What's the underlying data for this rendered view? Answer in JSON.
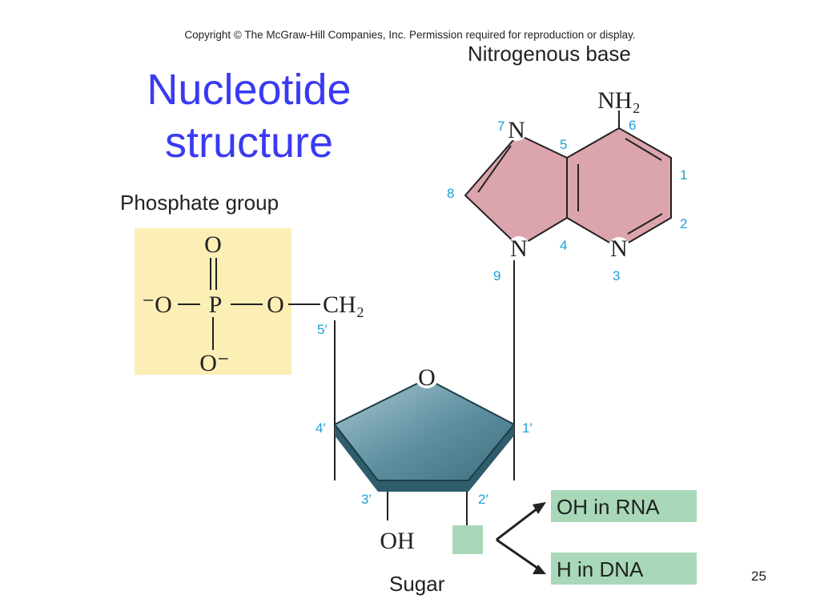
{
  "copyright": "Copyright © The McGraw-Hill Companies, Inc. Permission required for reproduction or display.",
  "title": {
    "line1": "Nucleotide",
    "line2": "structure"
  },
  "labels": {
    "nitrogenous_base": "Nitrogenous base",
    "phosphate_group": "Phosphate group",
    "sugar": "Sugar"
  },
  "phosphate": {
    "o_top": "O",
    "o_left": "⁻O",
    "p": "P",
    "o_right": "O",
    "ch2": "CH₂",
    "o_bottom": "O⁻"
  },
  "base": {
    "nh2": "NH₂",
    "n7": "N",
    "n9": "N",
    "n3": "N",
    "numbers": {
      "n1": "1",
      "n2": "2",
      "n3": "3",
      "n4": "4",
      "n5": "5",
      "n6": "6",
      "n7": "7",
      "n8": "8",
      "n9": "9"
    }
  },
  "sugar_ring": {
    "o_ring": "O",
    "oh": "OH",
    "primes": {
      "p1": "1′",
      "p2": "2′",
      "p3": "3′",
      "p4": "4′",
      "p5": "5′"
    }
  },
  "variants": {
    "rna": "OH in RNA",
    "dna": "H in DNA"
  },
  "page_number": "25",
  "colors": {
    "title": "#3a3af2",
    "position_numbers": "#1e9fd8",
    "phosphate_fill": "#fbefb6",
    "base_fill": "#dca4ac",
    "sugar_top": "#5e8fa0",
    "sugar_side": "#2f5d6c",
    "variant_fill": "#a8d8b8"
  }
}
